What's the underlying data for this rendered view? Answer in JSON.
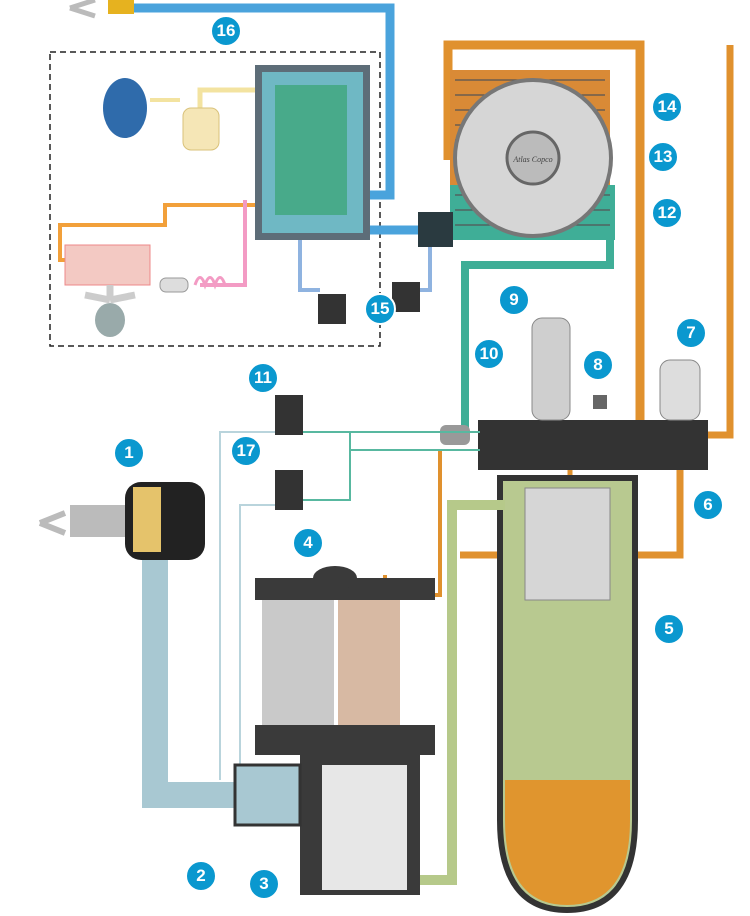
{
  "logo_text": "Atlas Copco",
  "colors": {
    "callout": "#0a98cf",
    "inlet_air": "#a8c8d2",
    "oil": "#e0912e",
    "air_oil_mix": "#b6c98a",
    "compressed_air": "#4aa3dc",
    "cooled_air": "#3fae97",
    "refrigerant_hot": "#f2a03a",
    "refrigerant_cold": "#f39bc4"
  },
  "callouts": [
    {
      "label": "1"
    },
    {
      "label": "2"
    },
    {
      "label": "3"
    },
    {
      "label": "4"
    },
    {
      "label": "5"
    },
    {
      "label": "6"
    },
    {
      "label": "7"
    },
    {
      "label": "8"
    },
    {
      "label": "9"
    },
    {
      "label": "10"
    },
    {
      "label": "11"
    },
    {
      "label": "12"
    },
    {
      "label": "13"
    },
    {
      "label": "14"
    },
    {
      "label": "15"
    },
    {
      "label": "16"
    },
    {
      "label": "17"
    }
  ]
}
